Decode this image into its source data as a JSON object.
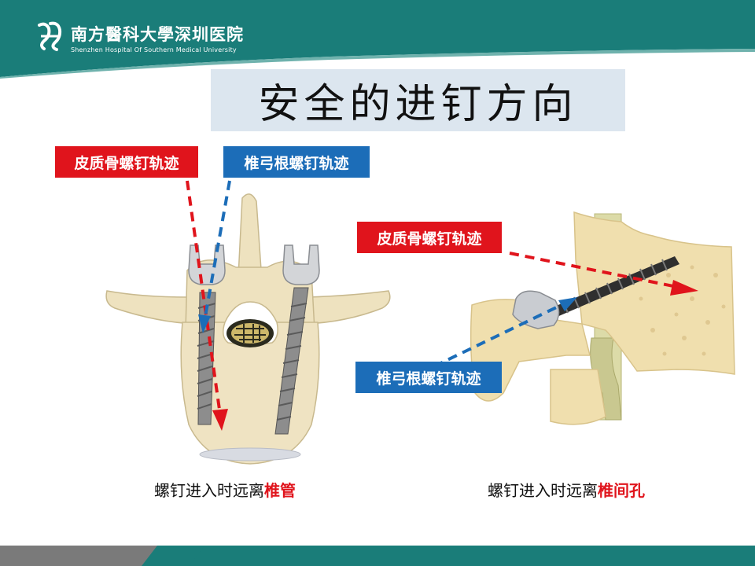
{
  "header": {
    "logo_cn": "南方醫科大學深圳医院",
    "logo_en": "Shenzhen Hospital Of Southern Medical University"
  },
  "slide": {
    "title": "安全的进钉方向"
  },
  "left_figure": {
    "label_cortical": "皮质骨螺钉轨迹",
    "label_pedicle": "椎弓根螺钉轨迹",
    "caption_prefix": "螺钉进入时远离",
    "caption_highlight": "椎管"
  },
  "right_figure": {
    "label_cortical": "皮质骨螺钉轨迹",
    "label_pedicle": "椎弓根螺钉轨迹",
    "caption_prefix": "螺钉进入时远离",
    "caption_highlight": "椎间孔"
  },
  "colors": {
    "teal": "#1a7d79",
    "red": "#e0141c",
    "blue": "#1c6db8",
    "bone": "#eee2bf"
  }
}
